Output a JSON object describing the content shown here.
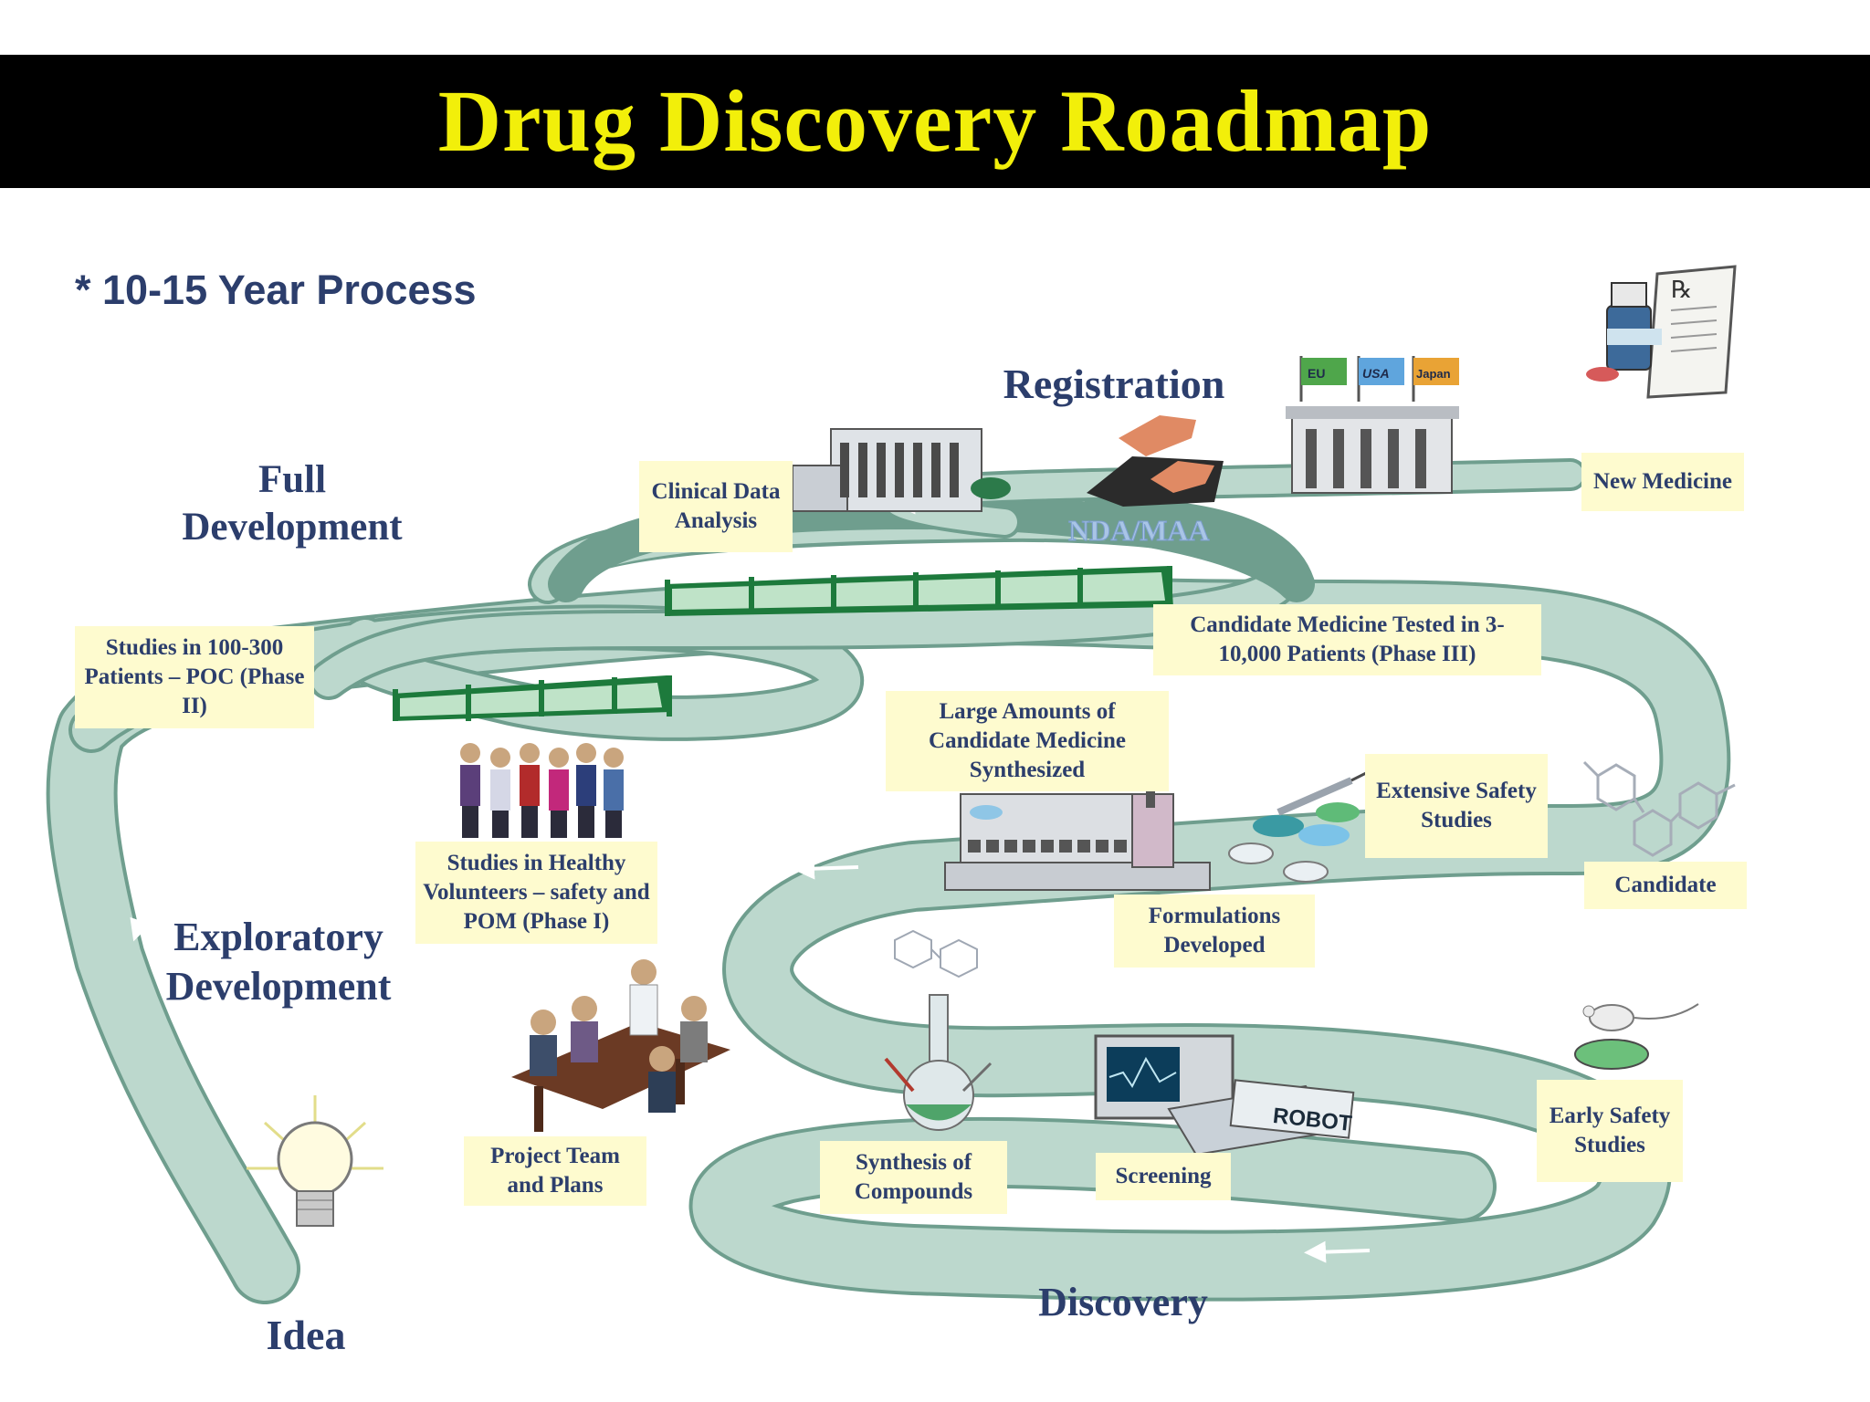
{
  "title": "Drug Discovery Roadmap",
  "subtitle": "* 10-15 Year Process",
  "stages": {
    "registration": "Registration",
    "full_development": "Full Development",
    "exploratory_development": "Exploratory Development",
    "discovery": "Discovery",
    "idea": "Idea"
  },
  "boxes": {
    "clinical_data": "Clinical Data Analysis",
    "new_medicine": "New Medicine",
    "phase3": "Candidate Medicine Tested in 3-10,000 Patients (Phase III)",
    "phase2": "Studies in 100-300 Patients – POC (Phase II)",
    "large_amounts": "Large Amounts of Candidate Medicine Synthesized",
    "extensive_safety": "Extensive Safety Studies",
    "candidate": "Candidate",
    "phase1": "Studies in Healthy Volunteers – safety and POM (Phase I)",
    "formulations": "Formulations Developed",
    "early_safety": "Early Safety Studies",
    "project_team": "Project Team and Plans",
    "synthesis": "Synthesis of Compounds",
    "screening": "Screening"
  },
  "illustration_labels": {
    "nda": "NDA/MAA",
    "robot": "ROBOT",
    "flag_eu": "EU",
    "flag_usa": "USA",
    "flag_japan": "Japan",
    "rx": "℞"
  },
  "colors": {
    "title_text": "#f2ef0a",
    "title_bar": "#000000",
    "road": "#bcd8cd",
    "road_edge": "#6f9e8e",
    "label_bg": "#fefbcf",
    "label_text": "#2c3e6c",
    "bed_green": "#1d7a3c"
  }
}
